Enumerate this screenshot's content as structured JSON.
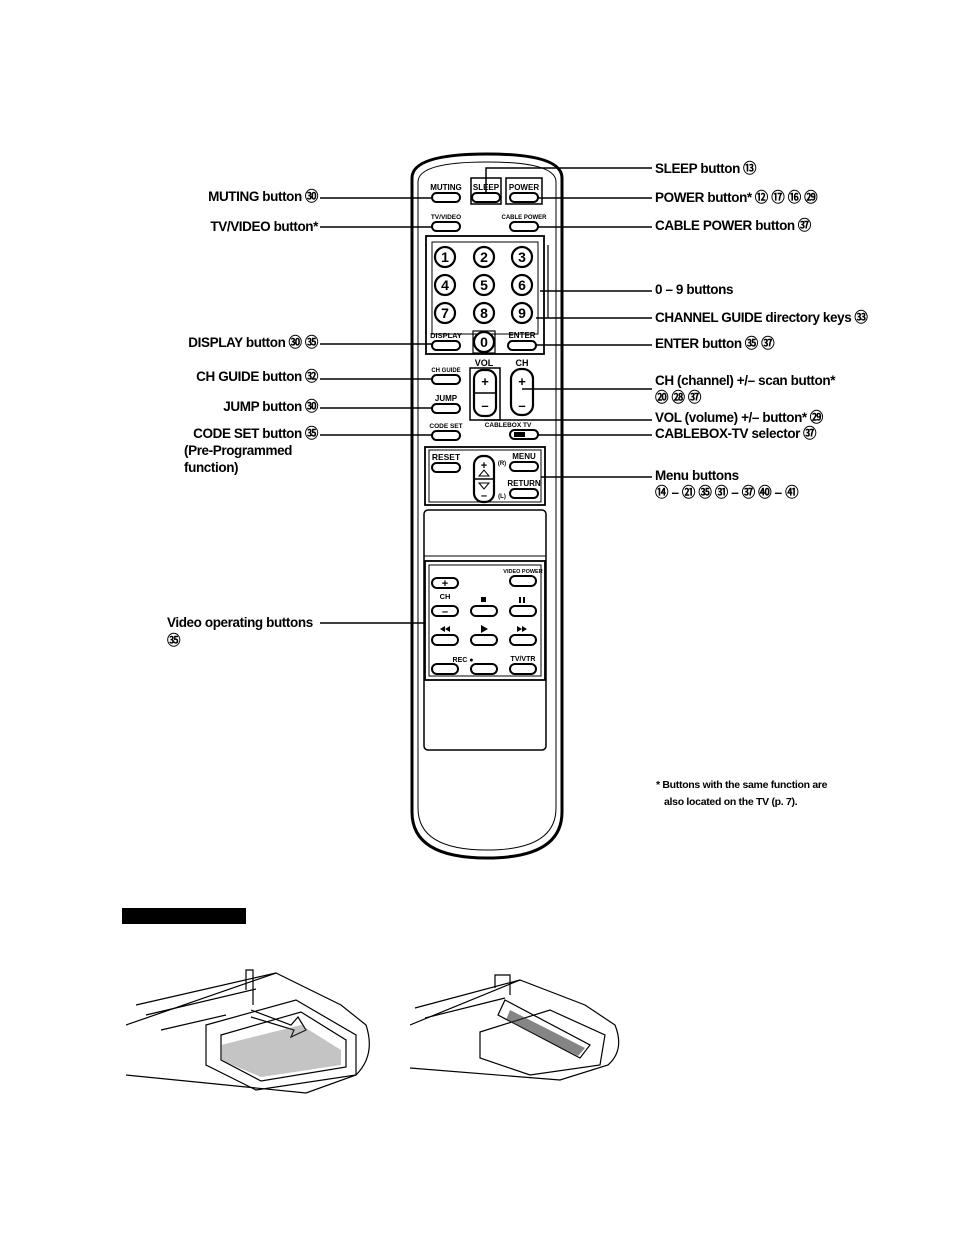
{
  "callouts_left": [
    {
      "name": "muting-callout",
      "label": "MUTING button",
      "nums": "㉚"
    },
    {
      "name": "tv-video-callout",
      "label": "TV/VIDEO button*",
      "nums": ""
    },
    {
      "name": "display-callout",
      "label": "DISPLAY button",
      "nums": "㉚ ㉟"
    },
    {
      "name": "ch-guide-callout",
      "label": "CH GUIDE button",
      "nums": "㉜"
    },
    {
      "name": "jump-callout",
      "label": "JUMP button",
      "nums": "㉚"
    },
    {
      "name": "code-set-callout",
      "label": "CODE SET button",
      "nums": "㉟"
    },
    {
      "name": "code-set-sub1",
      "label": "(Pre-Programmed",
      "nums": ""
    },
    {
      "name": "code-set-sub2",
      "label": "function)",
      "nums": ""
    },
    {
      "name": "video-op-callout",
      "label": "Video operating buttons",
      "nums": ""
    },
    {
      "name": "video-op-num",
      "label": "㉟",
      "nums": ""
    }
  ],
  "callouts_right": [
    {
      "name": "sleep-callout",
      "label": "SLEEP button",
      "nums": "⑬"
    },
    {
      "name": "power-callout",
      "label": "POWER button*",
      "nums": "⑫ ⑰ ⑯ ㉙"
    },
    {
      "name": "cable-power-callout",
      "label": "CABLE POWER button",
      "nums": "㊲"
    },
    {
      "name": "digits-callout",
      "label": "0 – 9 buttons",
      "nums": ""
    },
    {
      "name": "channel-guide-callout",
      "label": "CHANNEL GUIDE directory keys",
      "nums": "㉝"
    },
    {
      "name": "enter-callout",
      "label": "ENTER button",
      "nums": "㉟ ㊲"
    },
    {
      "name": "ch-scan-callout",
      "label": "CH (channel) +/– scan button*",
      "nums": ""
    },
    {
      "name": "ch-scan-nums",
      "label": "⑳ ㉘ ㊲",
      "nums": ""
    },
    {
      "name": "vol-callout",
      "label": "VOL (volume) +/– button*",
      "nums": "㉙"
    },
    {
      "name": "cablebox-callout",
      "label": "CABLEBOX-TV selector",
      "nums": "㊲"
    },
    {
      "name": "menu-callout",
      "label": "Menu buttons",
      "nums": ""
    },
    {
      "name": "menu-nums",
      "label": "⑭ – ㉑ ㉟ ㉛ – ㊲ ㊵ – ㊶",
      "nums": ""
    }
  ],
  "footnote": [
    "* Buttons with the same function are",
    "also located on the TV (p. 7)."
  ],
  "remote": {
    "top_row": [
      "MUTING",
      "SLEEP",
      "POWER"
    ],
    "second_row": [
      "TV/VIDEO",
      "CABLE POWER"
    ],
    "digits": [
      "1",
      "2",
      "3",
      "4",
      "5",
      "6",
      "7",
      "8",
      "9",
      "0"
    ],
    "display": "DISPLAY",
    "enter": "ENTER",
    "vol": "VOL",
    "ch": "CH",
    "ch_guide": "CH GUIDE",
    "jump": "JUMP",
    "code_set": "CODE SET",
    "cablebox_tv": "CABLEBOX TV",
    "reset": "RESET",
    "menu": "MENU",
    "return": "RETURN",
    "menu_r": "(R)",
    "menu_l": "(L)",
    "video_power": "VIDEO POWER",
    "video_ch": "CH",
    "rec": "REC ●",
    "tv_vtr": "TV/VTR",
    "plus": "+",
    "minus": "–"
  }
}
